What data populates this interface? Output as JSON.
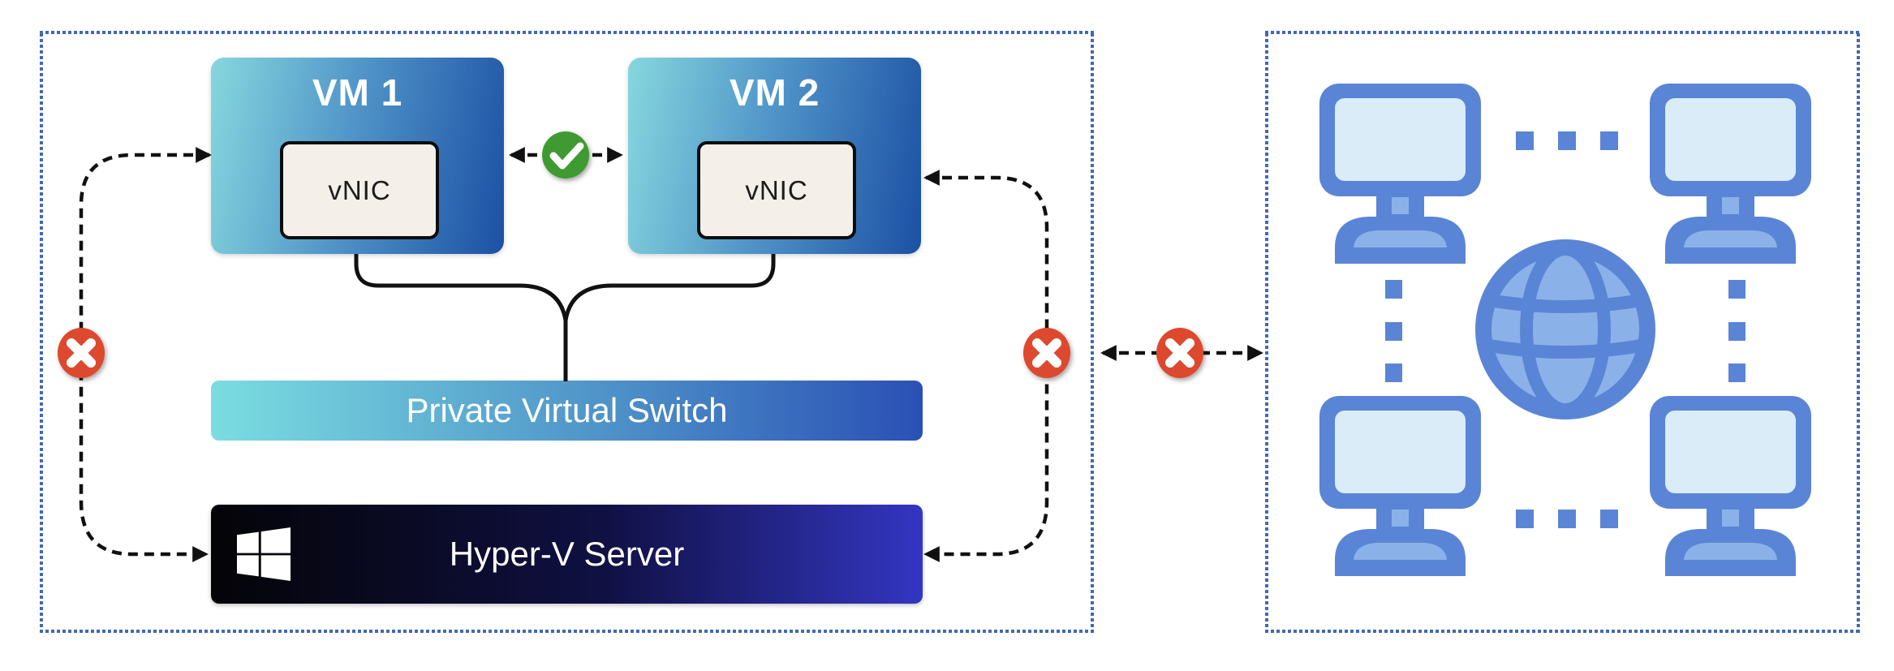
{
  "diagram_title": "Hyper-V Private Virtual Switch isolation diagram",
  "left_zone": {
    "vm1": {
      "title": "VM 1",
      "nic_label": "vNIC"
    },
    "vm2": {
      "title": "VM 2",
      "nic_label": "vNIC"
    },
    "switch_label": "Private Virtual Switch",
    "server_label": "Hyper-V Server"
  },
  "right_zone": {
    "content": "external physical network (4 computers linked to internet globe)"
  },
  "icons": {
    "vm_to_vm": "check-icon (traffic allowed)",
    "host_path_left": "x-icon (traffic blocked)",
    "host_path_right": "x-icon (traffic blocked)",
    "external_link": "x-icon (traffic blocked)",
    "server_logo": "windows-logo-icon",
    "network": "computer-icon x4, globe-icon, dotted-link-icon"
  },
  "colors": {
    "vm_gradient_start": "#86d7de",
    "vm_gradient_end": "#1c50a4",
    "switch_gradient_start": "#7adde1",
    "switch_gradient_end": "#2a50b6",
    "server_gradient_start": "#040407",
    "server_gradient_end": "#3336c2",
    "zone_border_dotted": "#4169b2",
    "blocked_red": "#dd4a2f",
    "allowed_green": "#3f9a30",
    "network_icon_blue": "#5a85d6",
    "network_icon_light_blue": "#8ab2e8",
    "network_icon_screen": "#d9ecf7",
    "nic_fill": "#f4efe8",
    "connector_black": "#111111"
  }
}
